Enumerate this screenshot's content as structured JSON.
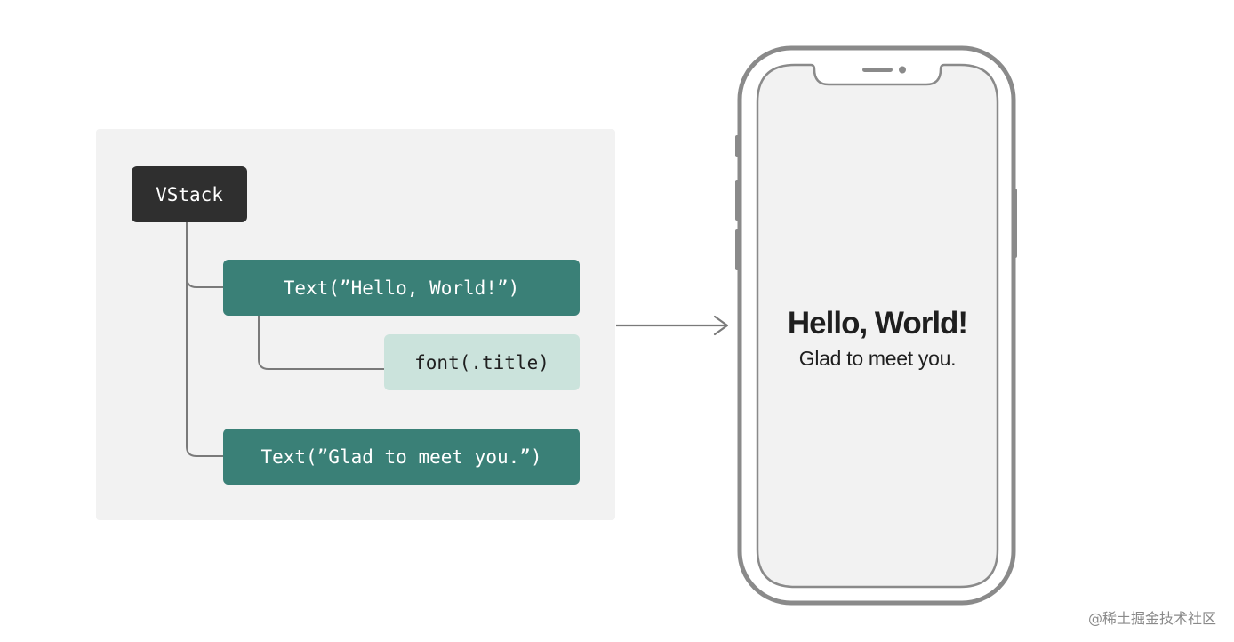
{
  "diagram": {
    "root_node": {
      "label": "VStack"
    },
    "nodes": [
      {
        "id": "text-hello",
        "label": "Text(”Hello, World!”)"
      },
      {
        "id": "font-modifier",
        "label": "font(.title)"
      },
      {
        "id": "text-glad",
        "label": "Text(”Glad to meet you.”)"
      }
    ]
  },
  "preview": {
    "title": "Hello, World!",
    "subtitle": "Glad to meet you."
  },
  "watermark": "@稀土掘金技术社区",
  "colors": {
    "panel_background": "#f2f2f2",
    "root_node": "#2f2f2f",
    "view_node": "#3a8077",
    "modifier_node": "#cbe3dc",
    "connector_line": "#7a7a7a",
    "phone_frame": "#8a8a8a",
    "phone_screen": "#f2f2f2"
  }
}
